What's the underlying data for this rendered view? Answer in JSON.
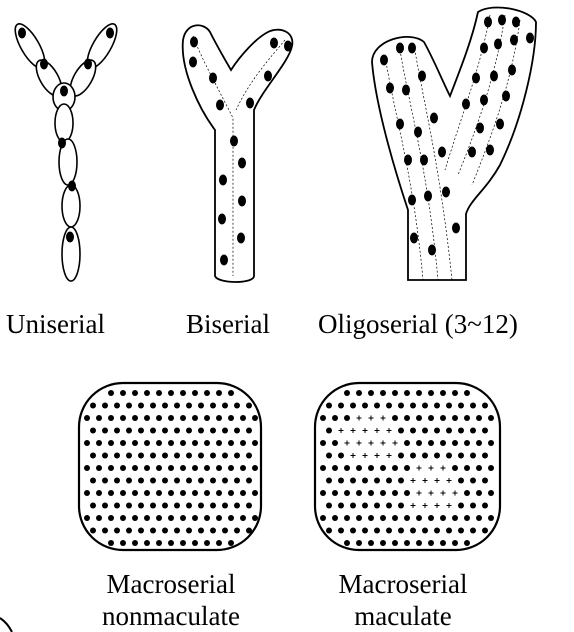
{
  "captions": {
    "uniserial": "Uniserial",
    "biserial": "Biserial",
    "oligoserial": "Oligoserial (3~12)",
    "macroserial_nonmaculate_line1": "Macroserial",
    "macroserial_nonmaculate_line2": "nonmaculate",
    "macroserial_maculate_line1": "Macroserial",
    "macroserial_maculate_line2": "maculate"
  },
  "colors": {
    "ink": "#000000",
    "paper": "#ffffff"
  }
}
